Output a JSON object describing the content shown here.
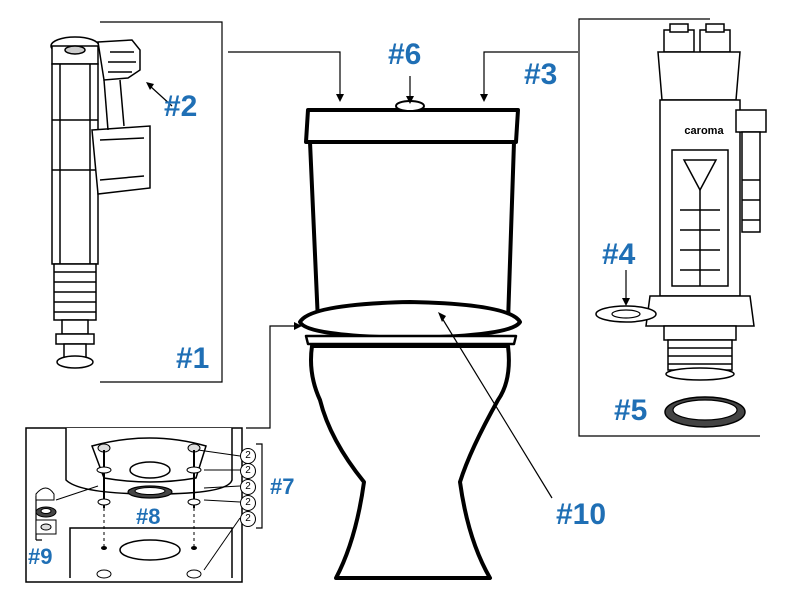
{
  "accent_color": "#1f6fb5",
  "labels": {
    "p1": "#1",
    "p2": "#2",
    "p3": "#3",
    "p4": "#4",
    "p5": "#5",
    "p6": "#6",
    "p7": "#7",
    "p8": "#8",
    "p9": "#9",
    "p10": "#10"
  },
  "brand_text": "caroma",
  "quantity_marks": [
    "2",
    "2",
    "2",
    "2",
    "2"
  ]
}
